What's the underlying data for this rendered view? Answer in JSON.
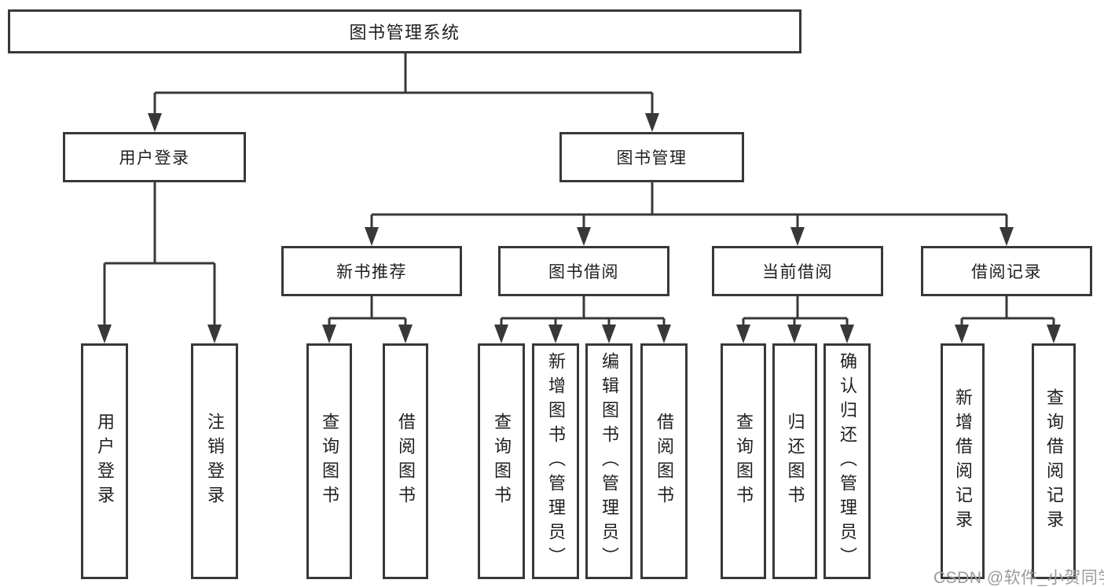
{
  "tree": {
    "root": {
      "label": "图书管理系统",
      "children": [
        {
          "label": "用户登录",
          "children": [
            {
              "label": "用户登录"
            },
            {
              "label": "注销登录"
            }
          ]
        },
        {
          "label": "图书管理",
          "children": [
            {
              "label": "新书推荐",
              "children": [
                {
                  "label": "查询图书"
                },
                {
                  "label": "借阅图书"
                }
              ]
            },
            {
              "label": "图书借阅",
              "children": [
                {
                  "label": "查询图书"
                },
                {
                  "label": "新增图书（管理员）"
                },
                {
                  "label": "编辑图书（管理员）"
                },
                {
                  "label": "借阅图书"
                }
              ]
            },
            {
              "label": "当前借阅",
              "children": [
                {
                  "label": "查询图书"
                },
                {
                  "label": "归还图书"
                },
                {
                  "label": "确认归还（管理员）"
                }
              ]
            },
            {
              "label": "借阅记录",
              "children": [
                {
                  "label": "新增借阅记录"
                },
                {
                  "label": "查询借阅记录"
                }
              ]
            }
          ]
        }
      ]
    }
  },
  "watermark": {
    "text": "CSDN @软件_小贺同学"
  },
  "colors": {
    "line": "#383838",
    "box_border": "#383838",
    "text": "#1f1f1f",
    "watermark": "#9b9b9b",
    "background": "#ffffff"
  }
}
